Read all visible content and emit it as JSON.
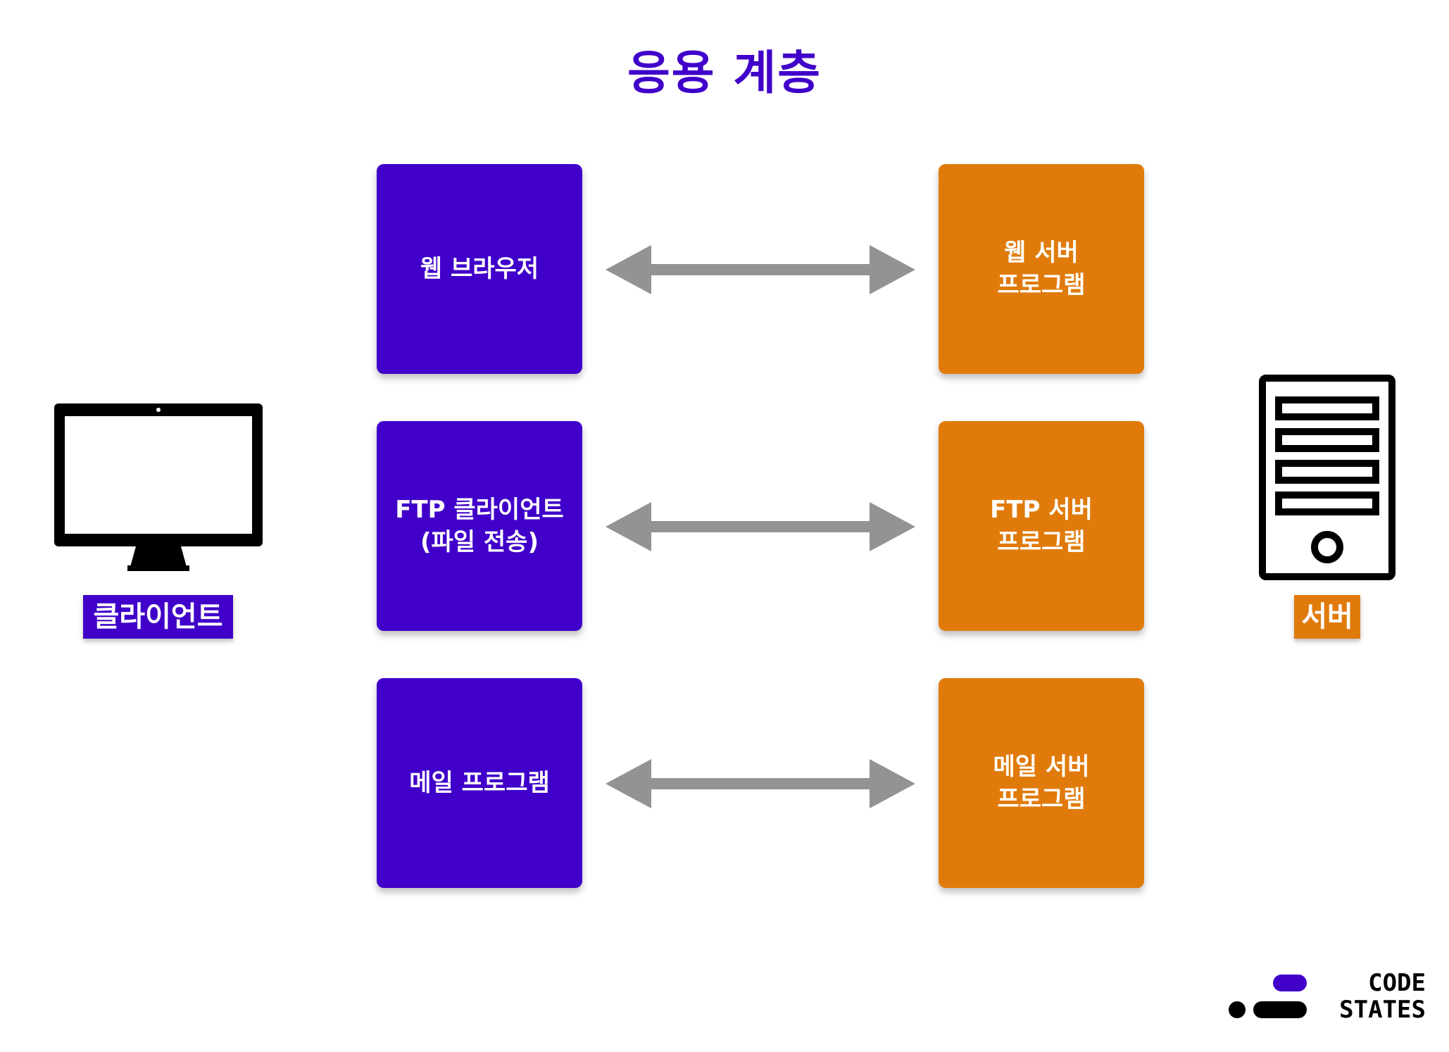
{
  "title": "응용 계층",
  "client_side": {
    "label": "클라이언트",
    "programs": [
      "웹 브라우저",
      "FTP 클라이언트\n(파일 전송)",
      "메일 프로그램"
    ]
  },
  "server_side": {
    "label": "서버",
    "programs": [
      "웹 서버\n프로그램",
      "FTP 서버\n프로그램",
      "메일 서버\n프로그램"
    ]
  },
  "logo": {
    "line1": "CODE",
    "line2": "STATES"
  },
  "colors": {
    "client": "#4000c9",
    "server": "#e07b0b",
    "arrow": "#939393"
  },
  "icons": {
    "client": "monitor-icon",
    "server": "server-tower-icon"
  }
}
